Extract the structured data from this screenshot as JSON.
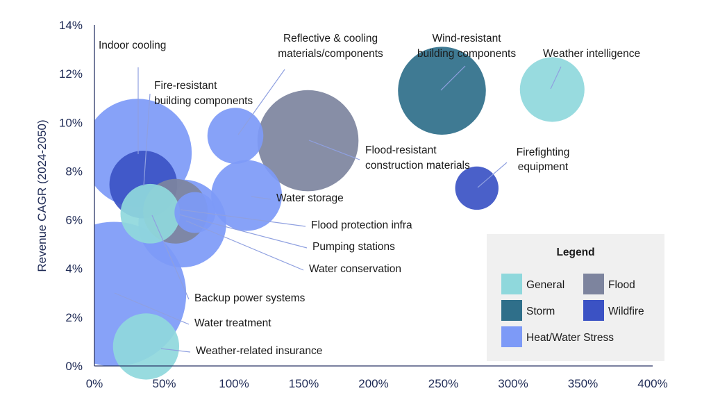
{
  "chart_data": {
    "type": "bubble",
    "xlabel": "",
    "ylabel": "Revenue CAGR (2024-2050)",
    "xlim": [
      0,
      400
    ],
    "ylim": [
      0,
      14
    ],
    "x_ticks": [
      "0%",
      "50%",
      "100%",
      "150%",
      "200%",
      "250%",
      "300%",
      "350%",
      "400%"
    ],
    "y_ticks": [
      "0%",
      "2%",
      "4%",
      "6%",
      "8%",
      "10%",
      "12%",
      "14%"
    ],
    "legend": {
      "title": "Legend",
      "entries": [
        {
          "name": "General",
          "color": "#8fd8dc"
        },
        {
          "name": "Flood",
          "color": "#7d849e"
        },
        {
          "name": "Storm",
          "color": "#2f6f8a"
        },
        {
          "name": "Wildfire",
          "color": "#3b52c4"
        },
        {
          "name": "Heat/Water Stress",
          "color": "#7d9af7"
        }
      ]
    },
    "points": [
      {
        "name": "Water treatment",
        "category": "Heat/Water Stress",
        "x": 14,
        "y": 2.95,
        "size": 100
      },
      {
        "name": "Indoor cooling",
        "category": "Heat/Water Stress",
        "x": 31,
        "y": 8.75,
        "size": 56
      },
      {
        "name": "Water conservation",
        "category": "Heat/Water Stress",
        "x": 63,
        "y": 5.85,
        "size": 37
      },
      {
        "name": "Pumping stations",
        "category": "Flood",
        "x": 58,
        "y": 6.35,
        "size": 20
      },
      {
        "name": "Backup power systems",
        "category": "General",
        "x": 40,
        "y": 6.25,
        "size": 17
      },
      {
        "name": "Fire-resistant building components",
        "category": "Wildfire",
        "x": 35,
        "y": 7.45,
        "size": 22
      },
      {
        "name": "Flood protection infra",
        "category": "Heat/Water Stress",
        "x": 72,
        "y": 6.3,
        "size": 8
      },
      {
        "name": "Water storage",
        "category": "Heat/Water Stress",
        "x": 109,
        "y": 7.0,
        "size": 24
      },
      {
        "name": "Reflective & cooling materials/components",
        "category": "Heat/Water Stress",
        "x": 101,
        "y": 9.45,
        "size": 15
      },
      {
        "name": "Flood-resistant construction materials",
        "category": "Flood",
        "x": 153,
        "y": 9.25,
        "size": 49
      },
      {
        "name": "Wind-resistant building components",
        "category": "Storm",
        "x": 249,
        "y": 11.3,
        "size": 37
      },
      {
        "name": "Weather intelligence",
        "category": "General",
        "x": 328,
        "y": 11.35,
        "size": 20
      },
      {
        "name": "Firefighting equipment",
        "category": "Wildfire",
        "x": 274,
        "y": 7.3,
        "size": 9
      },
      {
        "name": "Weather-related insurance",
        "category": "General",
        "x": 37,
        "y": 0.8,
        "size": 21
      }
    ]
  }
}
